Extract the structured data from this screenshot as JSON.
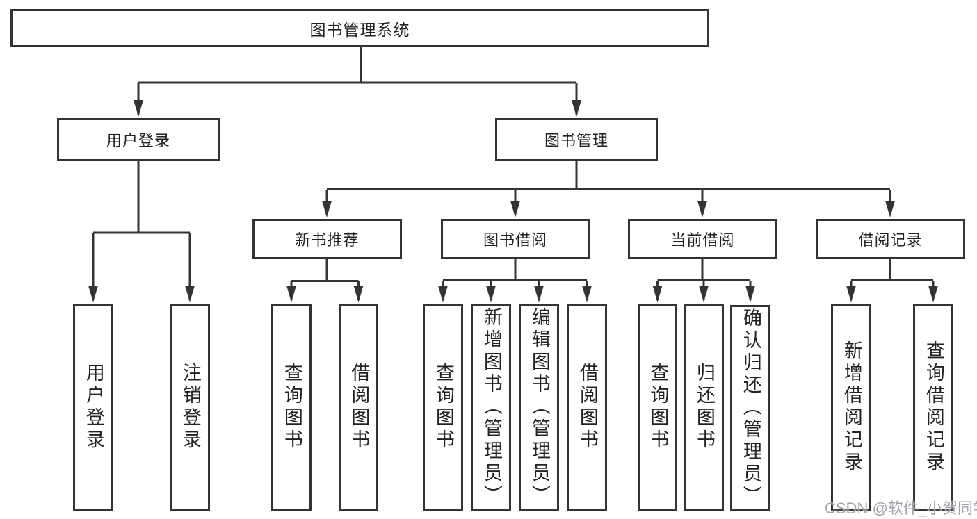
{
  "title": "图书管理系统",
  "tree": {
    "root": {
      "label": "图书管理系统",
      "children": [
        {
          "label": "用户登录",
          "children": [
            {
              "label": "用户登录"
            },
            {
              "label": "注销登录"
            }
          ]
        },
        {
          "label": "图书管理",
          "children": [
            {
              "label": "新书推荐",
              "children": [
                {
                  "label": "查询图书"
                },
                {
                  "label": "借阅图书"
                }
              ]
            },
            {
              "label": "图书借阅",
              "children": [
                {
                  "label": "查询图书"
                },
                {
                  "label": "新增图书（管理员）"
                },
                {
                  "label": "编辑图书（管理员）"
                },
                {
                  "label": "借阅图书"
                }
              ]
            },
            {
              "label": "当前借阅",
              "children": [
                {
                  "label": "查询图书"
                },
                {
                  "label": "归还图书"
                },
                {
                  "label": "确认归还（管理员）"
                }
              ]
            },
            {
              "label": "借阅记录",
              "children": [
                {
                  "label": "新增借阅记录"
                },
                {
                  "label": "查询借阅记录"
                }
              ]
            }
          ]
        }
      ]
    }
  },
  "watermark": "CSDN @软件_小贺同学",
  "colors": {
    "line": "#333333",
    "box_border": "#333333",
    "text": "#222226",
    "background": "#ffffff",
    "watermark": "#9c9ca4"
  }
}
